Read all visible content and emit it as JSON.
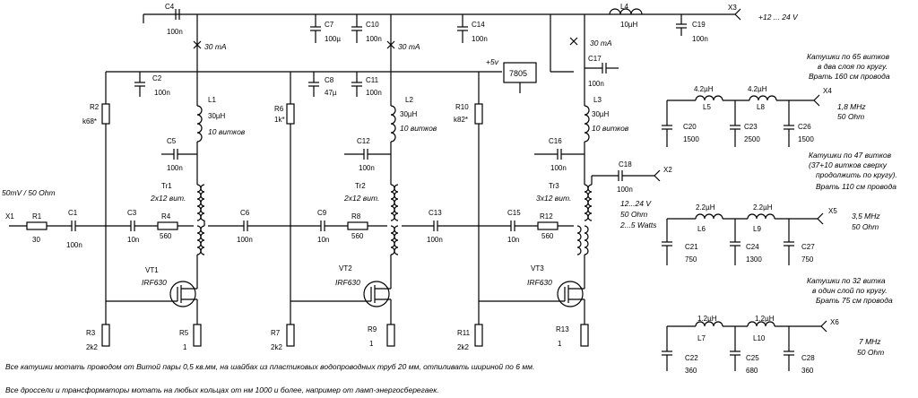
{
  "connectors": {
    "x1": "X1",
    "x2": "X2",
    "x3": "X3",
    "x4": "X4",
    "x5": "X5",
    "x6": "X6"
  },
  "power": {
    "supply": "+12 ... 24 V",
    "v5": "+5v",
    "regulator": "7805"
  },
  "input": {
    "spec": "50mV / 50 Ohm"
  },
  "output": {
    "spec1": "12...24 V",
    "spec2": "50 Ohm",
    "spec3": "2...5 Watts"
  },
  "currents": {
    "c1": "30 mA",
    "c2": "30 mA",
    "c3": "30 mA"
  },
  "caps": {
    "c1": {
      "n": "C1",
      "v": "100n"
    },
    "c2": {
      "n": "C2",
      "v": "100n"
    },
    "c3": {
      "n": "C3",
      "v": "10n"
    },
    "c4": {
      "n": "C4",
      "v": "100n"
    },
    "c5": {
      "n": "C5",
      "v": "100n"
    },
    "c6": {
      "n": "C6",
      "v": "100n"
    },
    "c7": {
      "n": "C7",
      "v": "100µ"
    },
    "c8": {
      "n": "C8",
      "v": "47µ"
    },
    "c9": {
      "n": "C9",
      "v": "10n"
    },
    "c10": {
      "n": "C10",
      "v": "100n"
    },
    "c11": {
      "n": "C11",
      "v": "100n"
    },
    "c12": {
      "n": "C12",
      "v": "100n"
    },
    "c13": {
      "n": "C13",
      "v": "100n"
    },
    "c14": {
      "n": "C14",
      "v": "100n"
    },
    "c15": {
      "n": "C15",
      "v": "10n"
    },
    "c16": {
      "n": "C16",
      "v": "100n"
    },
    "c17": {
      "n": "C17",
      "v": "100n"
    },
    "c18": {
      "n": "C18",
      "v": "100n"
    },
    "c19": {
      "n": "C19",
      "v": "100n"
    },
    "c20": {
      "n": "C20",
      "v": "1500"
    },
    "c23": {
      "n": "C23",
      "v": "2500"
    },
    "c26": {
      "n": "C26",
      "v": "1500"
    },
    "c21": {
      "n": "C21",
      "v": "750"
    },
    "c24": {
      "n": "C24",
      "v": "1300"
    },
    "c27": {
      "n": "C27",
      "v": "750"
    },
    "c22": {
      "n": "C22",
      "v": "360"
    },
    "c25": {
      "n": "C25",
      "v": "680"
    },
    "c28": {
      "n": "C28",
      "v": "360"
    }
  },
  "resistors": {
    "r1": {
      "n": "R1",
      "v": "30"
    },
    "r2": {
      "n": "R2",
      "v": "k68*"
    },
    "r3": {
      "n": "R3",
      "v": "2k2"
    },
    "r4": {
      "n": "R4",
      "v": "560"
    },
    "r5": {
      "n": "R5",
      "v": "1"
    },
    "r6": {
      "n": "R6",
      "v": "1k*"
    },
    "r7": {
      "n": "R7",
      "v": "2k2"
    },
    "r8": {
      "n": "R8",
      "v": "560"
    },
    "r9": {
      "n": "R9",
      "v": "1"
    },
    "r10": {
      "n": "R10",
      "v": "k82*"
    },
    "r11": {
      "n": "R11",
      "v": "2k2"
    },
    "r12": {
      "n": "R12",
      "v": "560"
    },
    "r13": {
      "n": "R13",
      "v": "1"
    }
  },
  "inductors": {
    "l1": {
      "n": "L1",
      "v": "30µH",
      "w": "10 витков"
    },
    "l2": {
      "n": "L2",
      "v": "30µH",
      "w": "10 витков"
    },
    "l3": {
      "n": "L3",
      "v": "30µH",
      "w": "10 витков"
    },
    "l4": {
      "n": "L4",
      "v": "10µH"
    },
    "l5": {
      "n": "L5",
      "v": "4.2µH"
    },
    "l8": {
      "n": "L8",
      "v": "4.2µH"
    },
    "l6": {
      "n": "L6",
      "v": "2.2µH"
    },
    "l9": {
      "n": "L9",
      "v": "2.2µH"
    },
    "l7": {
      "n": "L7",
      "v": "1.2µH"
    },
    "l10": {
      "n": "L10",
      "v": "1.2µH"
    }
  },
  "transformers": {
    "tr1": {
      "n": "Tr1",
      "v": "2x12 вит."
    },
    "tr2": {
      "n": "Tr2",
      "v": "2x12 вит."
    },
    "tr3": {
      "n": "Tr3",
      "v": "3x12 вит."
    }
  },
  "transistors": {
    "vt1": {
      "n": "VT1",
      "v": "IRF630"
    },
    "vt2": {
      "n": "VT2",
      "v": "IRF630"
    },
    "vt3": {
      "n": "VT3",
      "v": "IRF630"
    }
  },
  "filters": {
    "f1": {
      "l1": "Катушки по 65 витков",
      "l2": "в два слоя по кругу.",
      "l3": "Врать 160 см провода",
      "freq": "1,8 MHz",
      "imp": "50 Ohm"
    },
    "f2": {
      "l1": "Катушки по 47 витков",
      "l2": "(37+10 витков сверху",
      "l3": "продолжить по кругу).",
      "l4": "Врать 110 см провода",
      "freq": "3,5 MHz",
      "imp": "50 Ohm"
    },
    "f3": {
      "l1": "Катушки по 32 витка",
      "l2": "в один слой по кругу.",
      "l3": "Брать 75 см провода",
      "freq": "7 MHz",
      "imp": "50 Ohm"
    }
  },
  "notes": {
    "n1": "Все катушки мотать проводом от Витой пары 0,5 кв.мм, на шайбах из пластиковых водопроводных труб 20 мм, отпиливать шириной по 6 мм.",
    "n2": "Все дроссели и трансформаторы мотать на любых кольцах от нм 1000 и более, например от ламп-энергосберегаек."
  }
}
